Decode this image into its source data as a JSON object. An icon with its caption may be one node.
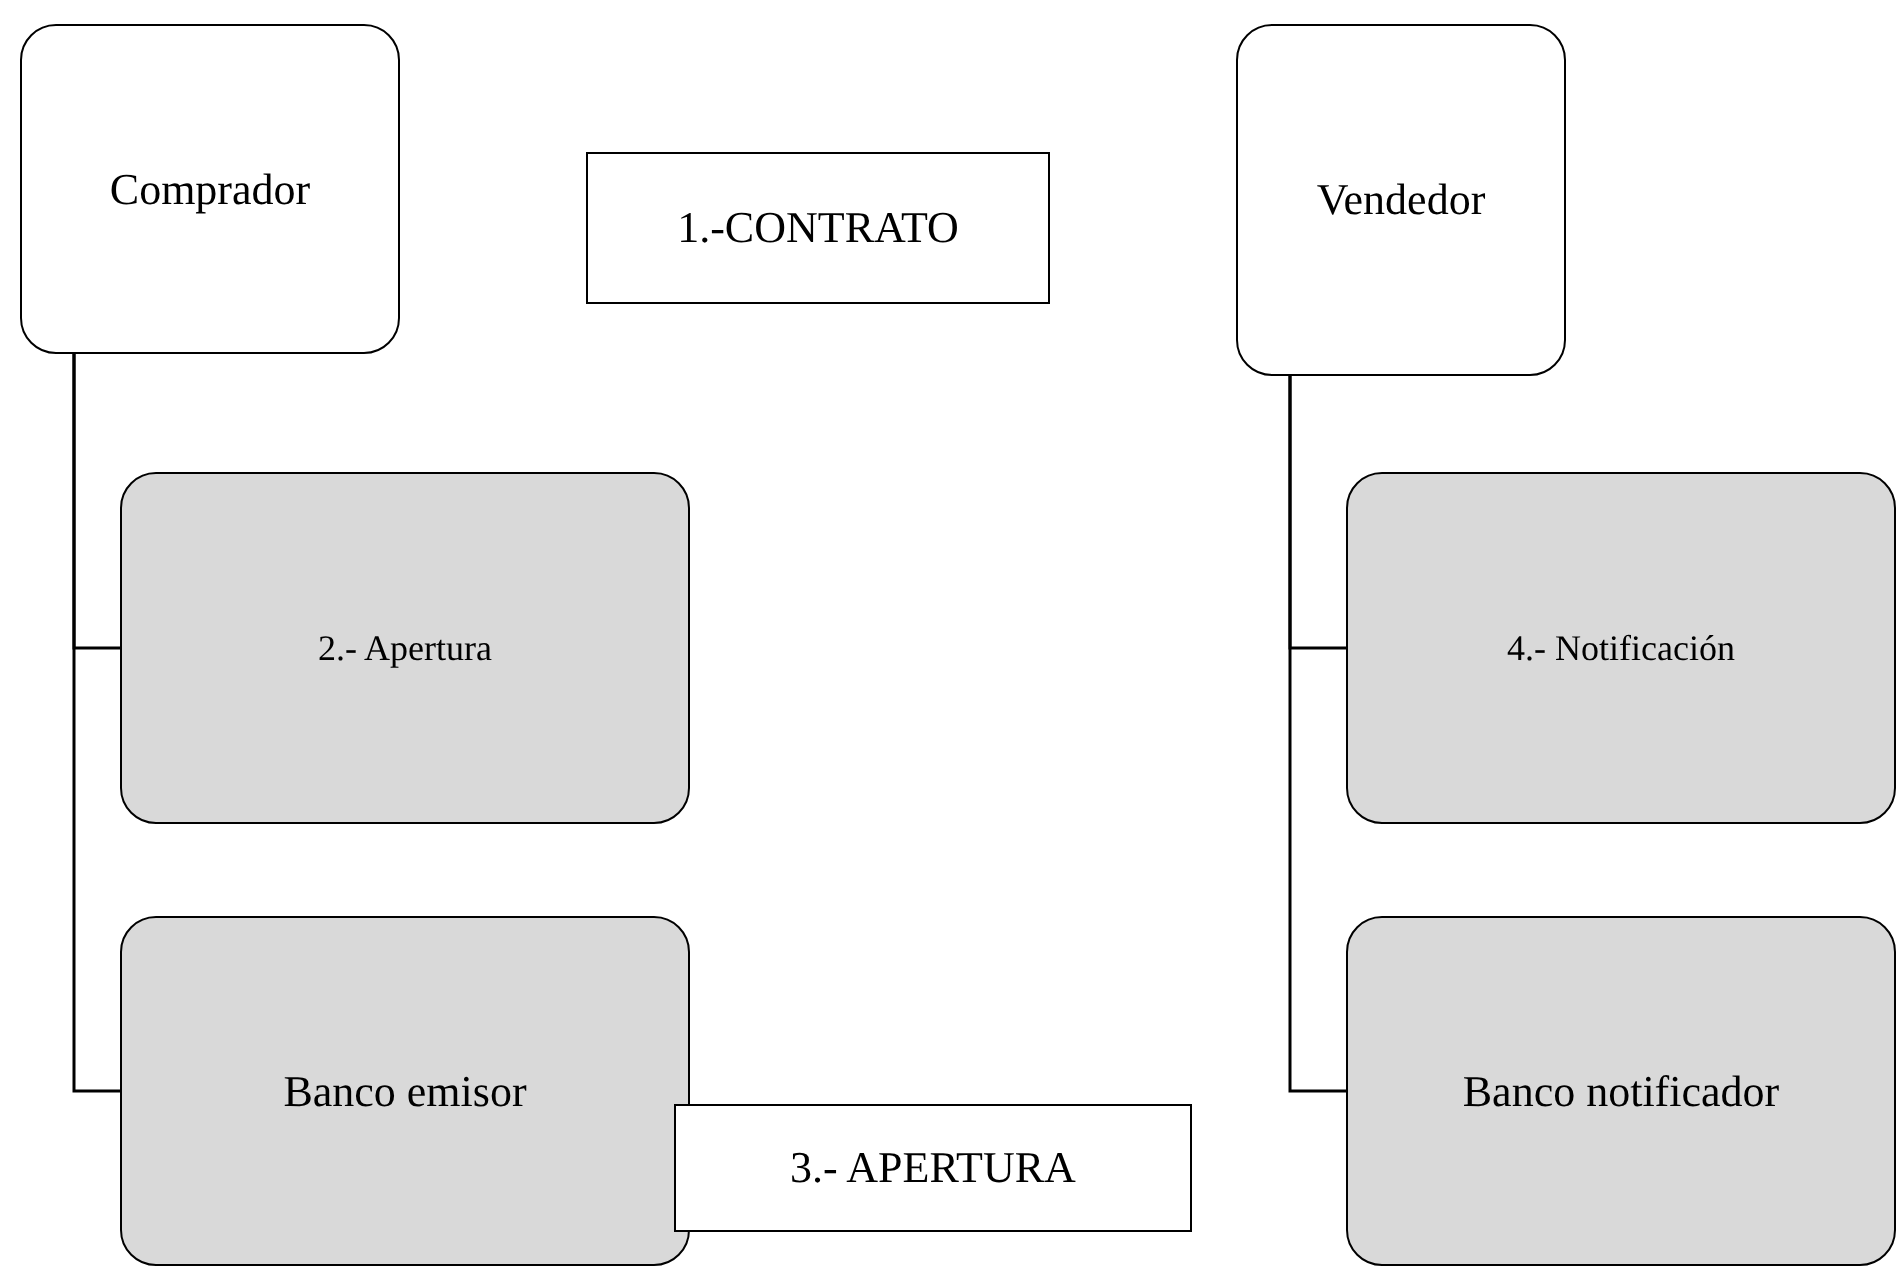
{
  "diagram": {
    "nodes": [
      {
        "text": [
          "Comprador"
        ]
      },
      {
        "text": [
          "1.-CONTRATO"
        ]
      },
      {
        "text": [
          "Vendedor"
        ]
      },
      {
        "text": [
          "2.- Apertura"
        ]
      },
      {
        "text": [
          "Banco emisor"
        ]
      },
      {
        "text": [
          "3.- APERTURA"
        ]
      },
      {
        "text": [
          "4.- Notificación"
        ]
      },
      {
        "text": [
          "Banco notificador"
        ]
      }
    ],
    "edges": [
      {
        "from": 0,
        "to": 3,
        "arrow": "none"
      },
      {
        "from": 0,
        "to": 4,
        "arrow": "none"
      },
      {
        "from": 2,
        "to": 6,
        "arrow": "none"
      },
      {
        "from": 2,
        "to": 7,
        "arrow": "none"
      }
    ]
  }
}
